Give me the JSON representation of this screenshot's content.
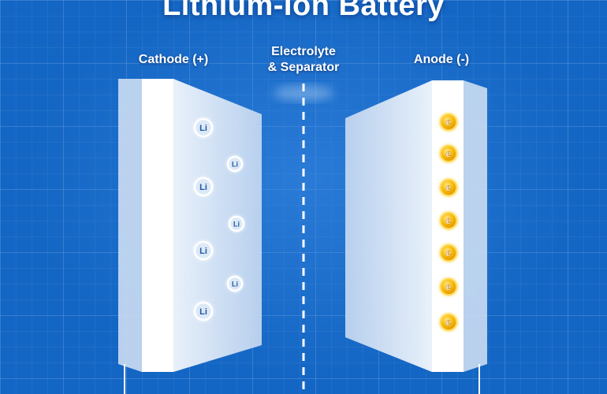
{
  "title": "Lithium-Ion Battery",
  "labels": {
    "cathode": "Cathode (+)",
    "electrolyte_line1": "Electrolyte",
    "electrolyte_line2": "& Separator",
    "anode": "Anode (-)"
  },
  "ions": {
    "symbol": "Li",
    "count": 7
  },
  "electrons": {
    "symbol": "e",
    "count": 7
  },
  "colors": {
    "background": "#1466c4",
    "electrode_face": "#ffffff",
    "electrode_body": "#e6eef8",
    "electron_fill": "#f2a900",
    "electron_ring": "#ffd84a"
  }
}
